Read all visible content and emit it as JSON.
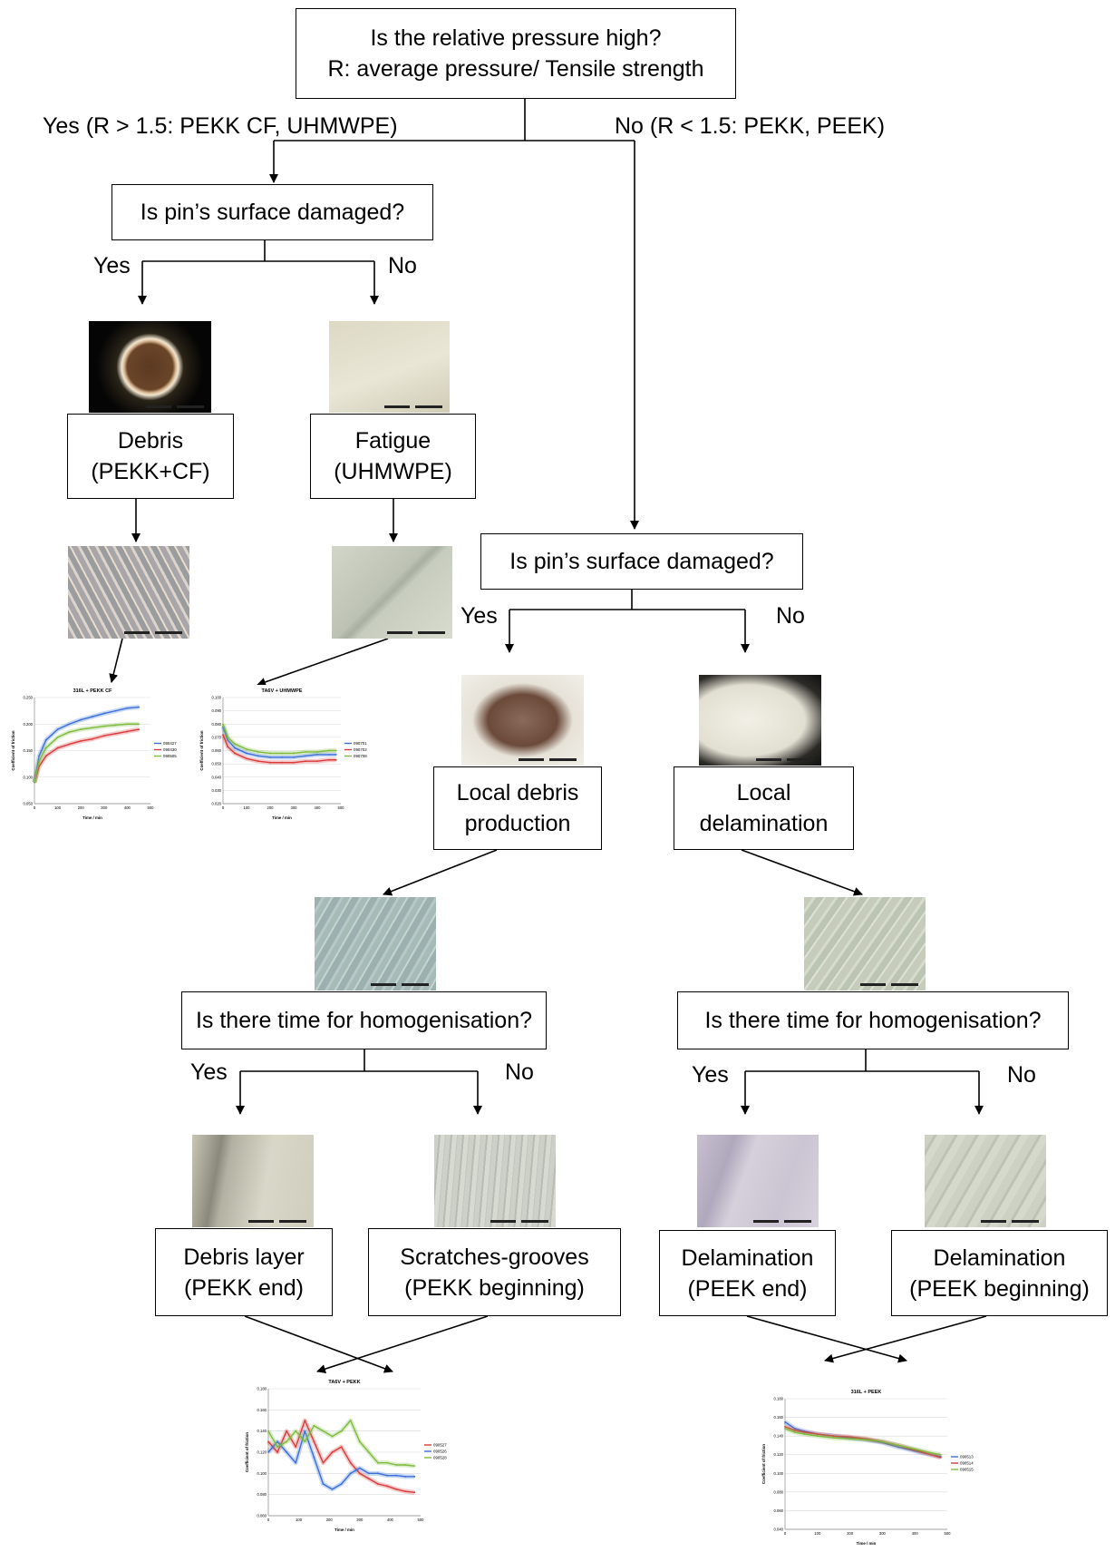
{
  "root": {
    "line1": "Is the relative pressure high?",
    "line2": "R: average pressure/ Tensile strength"
  },
  "branch_yes_label": "Yes (R > 1.5: PEKK CF, UHMWPE)",
  "branch_no_label": "No (R < 1.5: PEKK, PEEK)",
  "left": {
    "question": "Is pin’s surface damaged?",
    "yes": "Yes",
    "no": "No",
    "debris": {
      "line1": "Debris",
      "line2": "(PEKK+CF)"
    },
    "fatigue": {
      "line1": "Fatigue",
      "line2": "(UHMWPE)"
    }
  },
  "right": {
    "question": "Is pin’s surface damaged?",
    "yes": "Yes",
    "no": "No",
    "local_debris": {
      "line1": "Local debris",
      "line2": "production"
    },
    "local_delam": {
      "line1": "Local",
      "line2": "delamination"
    }
  },
  "hom_left": {
    "question": "Is there time for homogenisation?",
    "yes": "Yes",
    "no": "No"
  },
  "hom_right": {
    "question": "Is there time for homogenisation?",
    "yes": "Yes",
    "no": "No"
  },
  "outcomes": {
    "debris_layer": {
      "line1": "Debris layer",
      "line2": "(PEKK end)"
    },
    "scratches": {
      "line1": "Scratches-grooves",
      "line2": "(PEKK beginning)"
    },
    "delam_end": {
      "line1": "Delamination",
      "line2": "(PEEK end)"
    },
    "delam_begin": {
      "line1": "Delamination",
      "line2": "(PEEK beginning)"
    }
  },
  "chart_data": [
    {
      "type": "line",
      "title": "316L + PEKK CF",
      "xlabel": "Time / min",
      "ylabel": "Coefficient of friction",
      "xlim": [
        0,
        500
      ],
      "ylim": [
        0.05,
        0.25
      ],
      "xticks": [
        0,
        100,
        200,
        300,
        400,
        500
      ],
      "yticks": [
        0.05,
        0.1,
        0.15,
        0.2,
        0.25
      ],
      "series": [
        {
          "name": "090427",
          "color": "#3a6fd8",
          "x": [
            0,
            20,
            50,
            100,
            150,
            200,
            250,
            300,
            350,
            400,
            450
          ],
          "values": [
            0.09,
            0.14,
            0.17,
            0.19,
            0.2,
            0.208,
            0.214,
            0.22,
            0.225,
            0.23,
            0.232
          ]
        },
        {
          "name": "090430",
          "color": "#d93a3a",
          "x": [
            0,
            20,
            50,
            100,
            150,
            200,
            250,
            300,
            350,
            400,
            450
          ],
          "values": [
            0.09,
            0.12,
            0.14,
            0.155,
            0.162,
            0.168,
            0.172,
            0.178,
            0.182,
            0.186,
            0.19
          ]
        },
        {
          "name": "090505",
          "color": "#7dbb3c",
          "x": [
            0,
            20,
            50,
            100,
            150,
            200,
            250,
            300,
            350,
            400,
            450
          ],
          "values": [
            0.09,
            0.13,
            0.155,
            0.175,
            0.185,
            0.19,
            0.193,
            0.196,
            0.198,
            0.2,
            0.2
          ]
        }
      ]
    },
    {
      "type": "line",
      "title": "TA6V + UHMWPE",
      "xlabel": "Time / min",
      "ylabel": "Coefficient of friction",
      "xlim": [
        0,
        500
      ],
      "ylim": [
        0.02,
        0.1
      ],
      "xticks": [
        0,
        100,
        200,
        300,
        400,
        500
      ],
      "yticks": [
        0.02,
        0.03,
        0.04,
        0.05,
        0.06,
        0.07,
        0.08,
        0.09,
        0.1
      ],
      "series": [
        {
          "name": "090701",
          "color": "#3a6fd8",
          "x": [
            0,
            20,
            50,
            100,
            150,
            200,
            250,
            300,
            350,
            400,
            450,
            480
          ],
          "values": [
            0.078,
            0.068,
            0.062,
            0.058,
            0.056,
            0.055,
            0.055,
            0.055,
            0.056,
            0.057,
            0.057,
            0.057
          ]
        },
        {
          "name": "090702",
          "color": "#d93a3a",
          "x": [
            0,
            20,
            50,
            100,
            150,
            200,
            250,
            300,
            350,
            400,
            450,
            480
          ],
          "values": [
            0.072,
            0.063,
            0.058,
            0.054,
            0.052,
            0.051,
            0.051,
            0.051,
            0.052,
            0.052,
            0.053,
            0.053
          ]
        },
        {
          "name": "090708",
          "color": "#7dbb3c",
          "x": [
            0,
            20,
            50,
            100,
            150,
            200,
            250,
            300,
            350,
            400,
            450,
            480
          ],
          "values": [
            0.08,
            0.07,
            0.065,
            0.061,
            0.059,
            0.058,
            0.058,
            0.058,
            0.059,
            0.059,
            0.06,
            0.06
          ]
        }
      ]
    },
    {
      "type": "line",
      "title": "TA6V + PEKK",
      "xlabel": "Time / min",
      "ylabel": "Coefficient of friction",
      "xlim": [
        0,
        500
      ],
      "ylim": [
        0.06,
        0.18
      ],
      "xticks": [
        0,
        100,
        200,
        300,
        400,
        500
      ],
      "yticks": [
        0.06,
        0.08,
        0.1,
        0.12,
        0.14,
        0.16,
        0.18
      ],
      "series": [
        {
          "name": "090527",
          "color": "#d93a3a",
          "x": [
            0,
            30,
            60,
            90,
            120,
            150,
            180,
            210,
            240,
            270,
            300,
            330,
            360,
            390,
            420,
            450,
            480
          ],
          "values": [
            0.13,
            0.12,
            0.14,
            0.125,
            0.15,
            0.13,
            0.11,
            0.12,
            0.125,
            0.11,
            0.1,
            0.095,
            0.09,
            0.088,
            0.085,
            0.083,
            0.082
          ]
        },
        {
          "name": "090526",
          "color": "#3a6fd8",
          "x": [
            0,
            30,
            60,
            90,
            120,
            150,
            180,
            210,
            240,
            270,
            300,
            330,
            360,
            390,
            420,
            450,
            480
          ],
          "values": [
            0.12,
            0.13,
            0.12,
            0.11,
            0.14,
            0.115,
            0.09,
            0.085,
            0.09,
            0.1,
            0.105,
            0.1,
            0.1,
            0.098,
            0.098,
            0.097,
            0.097
          ]
        },
        {
          "name": "090528",
          "color": "#7dbb3c",
          "x": [
            0,
            30,
            60,
            90,
            120,
            150,
            180,
            210,
            240,
            270,
            300,
            330,
            360,
            390,
            420,
            450,
            480
          ],
          "values": [
            0.14,
            0.125,
            0.13,
            0.14,
            0.13,
            0.145,
            0.14,
            0.135,
            0.14,
            0.15,
            0.13,
            0.12,
            0.11,
            0.11,
            0.108,
            0.108,
            0.107
          ]
        }
      ]
    },
    {
      "type": "line",
      "title": "316L + PEEK",
      "xlabel": "Time / min",
      "ylabel": "Coefficient of friction",
      "xlim": [
        0,
        500
      ],
      "ylim": [
        0.04,
        0.18
      ],
      "xticks": [
        0,
        100,
        200,
        300,
        400,
        500
      ],
      "yticks": [
        0.04,
        0.06,
        0.08,
        0.1,
        0.12,
        0.14,
        0.16,
        0.18
      ],
      "series": [
        {
          "name": "090513",
          "color": "#3a6fd8",
          "x": [
            0,
            30,
            60,
            100,
            150,
            200,
            250,
            300,
            350,
            400,
            450,
            480
          ],
          "values": [
            0.155,
            0.148,
            0.145,
            0.142,
            0.14,
            0.138,
            0.136,
            0.133,
            0.128,
            0.124,
            0.12,
            0.118
          ]
        },
        {
          "name": "090514",
          "color": "#d93a3a",
          "x": [
            0,
            30,
            60,
            100,
            150,
            200,
            250,
            300,
            350,
            400,
            450,
            480
          ],
          "values": [
            0.15,
            0.146,
            0.144,
            0.142,
            0.14,
            0.139,
            0.137,
            0.134,
            0.13,
            0.125,
            0.12,
            0.117
          ]
        },
        {
          "name": "090515",
          "color": "#7dbb3c",
          "x": [
            0,
            30,
            60,
            100,
            150,
            200,
            250,
            300,
            350,
            400,
            450,
            480
          ],
          "values": [
            0.148,
            0.144,
            0.142,
            0.14,
            0.138,
            0.137,
            0.136,
            0.134,
            0.13,
            0.126,
            0.122,
            0.12
          ]
        }
      ]
    }
  ]
}
